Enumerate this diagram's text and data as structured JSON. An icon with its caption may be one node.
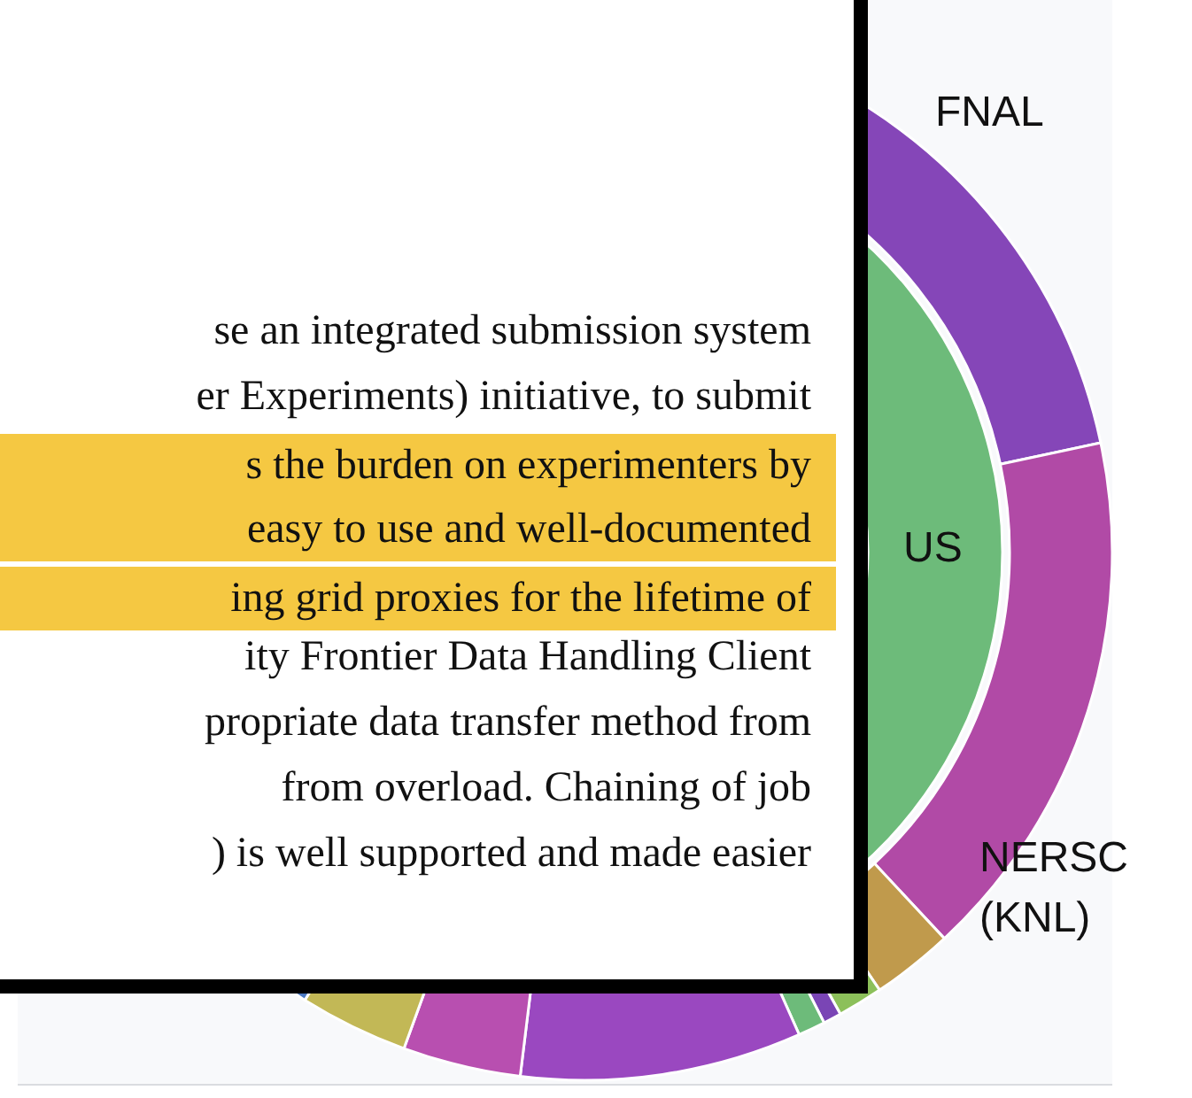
{
  "diagram": {
    "labels": [
      "se an integrated submission system",
      "er Experiments) initiative, to submit",
      "s the burden on experimenters by",
      "easy to use and well-documented",
      "ing grid proxies for the lifetime of",
      "ity Frontier Data Handling Client",
      "propriate data transfer method from",
      "from overload. Chaining of job",
      ") is well supported and made easier",
      "FNAL",
      "US",
      "NERSC (KNL)"
    ]
  }
}
